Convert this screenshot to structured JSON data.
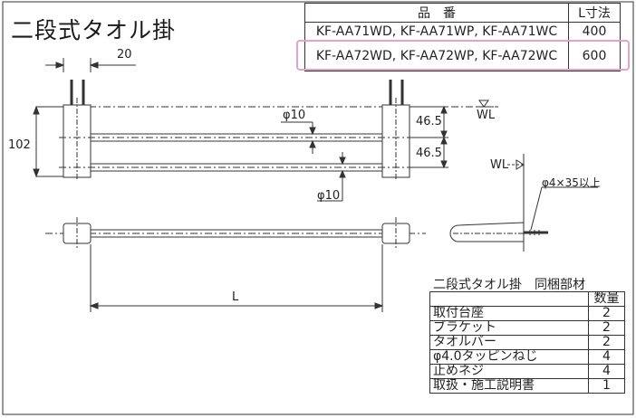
{
  "title": "二段式タオル掛",
  "header_table": {
    "col_part": "品　番",
    "col_length": "L寸法",
    "rows": [
      {
        "parts": "KF-AA71WD, KF-AA71WP, KF-AA71WC",
        "length": "400"
      },
      {
        "parts": "KF-AA72WD, KF-AA72WP, KF-AA72WC",
        "length": "600"
      }
    ]
  },
  "dimensions": {
    "width_20": "20",
    "height_102": "102",
    "pipe_dia_top": "φ10",
    "pipe_dia_bottom": "φ10",
    "gap_upper": "46.5",
    "gap_lower": "46.5",
    "length_L": "L",
    "wl_top": "WL",
    "wl_side": "WL",
    "screw": "φ4×35以上"
  },
  "parts_list": {
    "title": "二段式タオル掛　同梱部材",
    "qty_header": "数量",
    "items": [
      {
        "name": "取付台座",
        "qty": "2"
      },
      {
        "name": "ブラケット",
        "qty": "2"
      },
      {
        "name": "タオルバー",
        "qty": "2"
      },
      {
        "name": "φ4.0タッピンねじ",
        "qty": "4"
      },
      {
        "name": "止めネジ",
        "qty": "4"
      },
      {
        "name": "取扱・施工説明書",
        "qty": "1"
      }
    ]
  }
}
